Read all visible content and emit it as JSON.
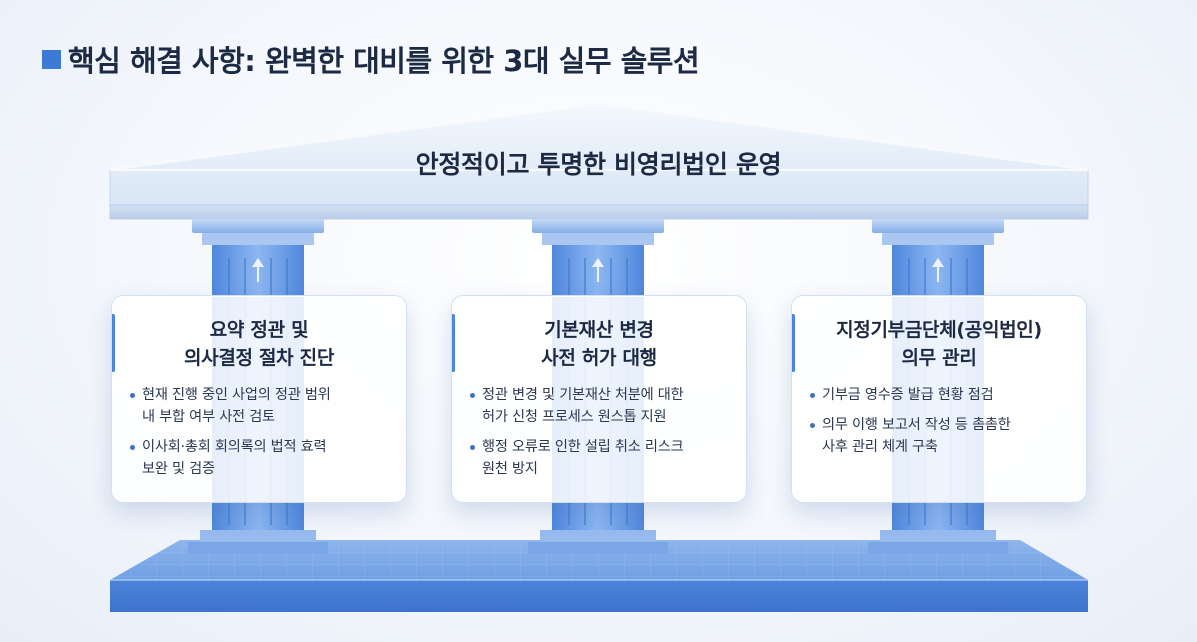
{
  "header": {
    "title": "핵심 해결 사항: 완벽한 대비를 위한 3대 실무 솔루션"
  },
  "roof": {
    "label": "안정적이고 투명한 비영리법인 운영"
  },
  "pillars": [
    {
      "title_lines": [
        "요약 정관 및",
        "의사결정 절차 진단"
      ],
      "bullets": [
        [
          "현재 진행 중인 사업의 정관 범위",
          "내 부합 여부 사전 검토"
        ],
        [
          "이사회·총회 회의록의 법적 효력",
          "보완 및 검증"
        ]
      ]
    },
    {
      "title_lines": [
        "기본재산 변경",
        "사전 허가 대행"
      ],
      "bullets": [
        [
          "정관 변경 및 기본재산 처분에 대한",
          "허가 신청 프로세스 원스톱 지원"
        ],
        [
          "행정 오류로 인한 설립 취소 리스크",
          "원천 방지"
        ]
      ]
    },
    {
      "title_lines": [
        "지정기부금단체(공익법인)",
        "의무 관리"
      ],
      "bullets": [
        [
          "기부금 영수증 발급 현황 점검"
        ],
        [
          "의무 이행 보고서 작성 등 촘촘한",
          "사후 관리 체계 구축"
        ]
      ]
    }
  ],
  "colors": {
    "accent": "#3c7ad6",
    "pillar": "#6a9ee6",
    "base": "#4f86de",
    "roof": "#dfe9f7"
  },
  "icons": {
    "pillar_arrow": "up-arrow-icon"
  }
}
